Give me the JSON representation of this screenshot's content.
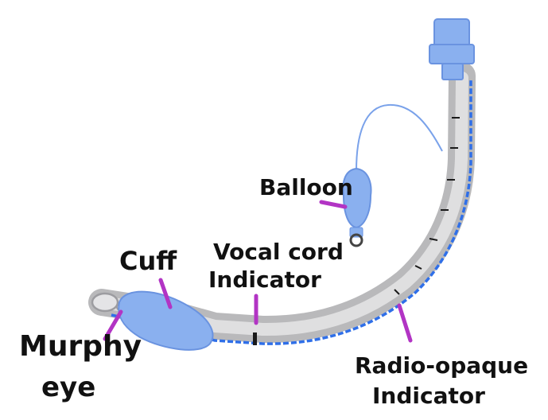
{
  "colors": {
    "tube": "#b9b9bb",
    "tube_edge": "#8e8e92",
    "blue": "#8ab0ef",
    "blue_edge": "#6a93e0",
    "radiopaque_line": "#2f6fe8",
    "pilot_line": "#7aa2ea",
    "pointer": "#b234c4",
    "marker": "#1a1a1a",
    "text": "#111111"
  },
  "labels": {
    "balloon": "Balloon",
    "cuff": "Cuff",
    "vocal_line1": "Vocal cord",
    "vocal_line2": "Indicator",
    "murphy_line1": "Murphy",
    "murphy_line2": "eye",
    "radio_line1": "Radio-opaque",
    "radio_line2": "Indicator"
  }
}
